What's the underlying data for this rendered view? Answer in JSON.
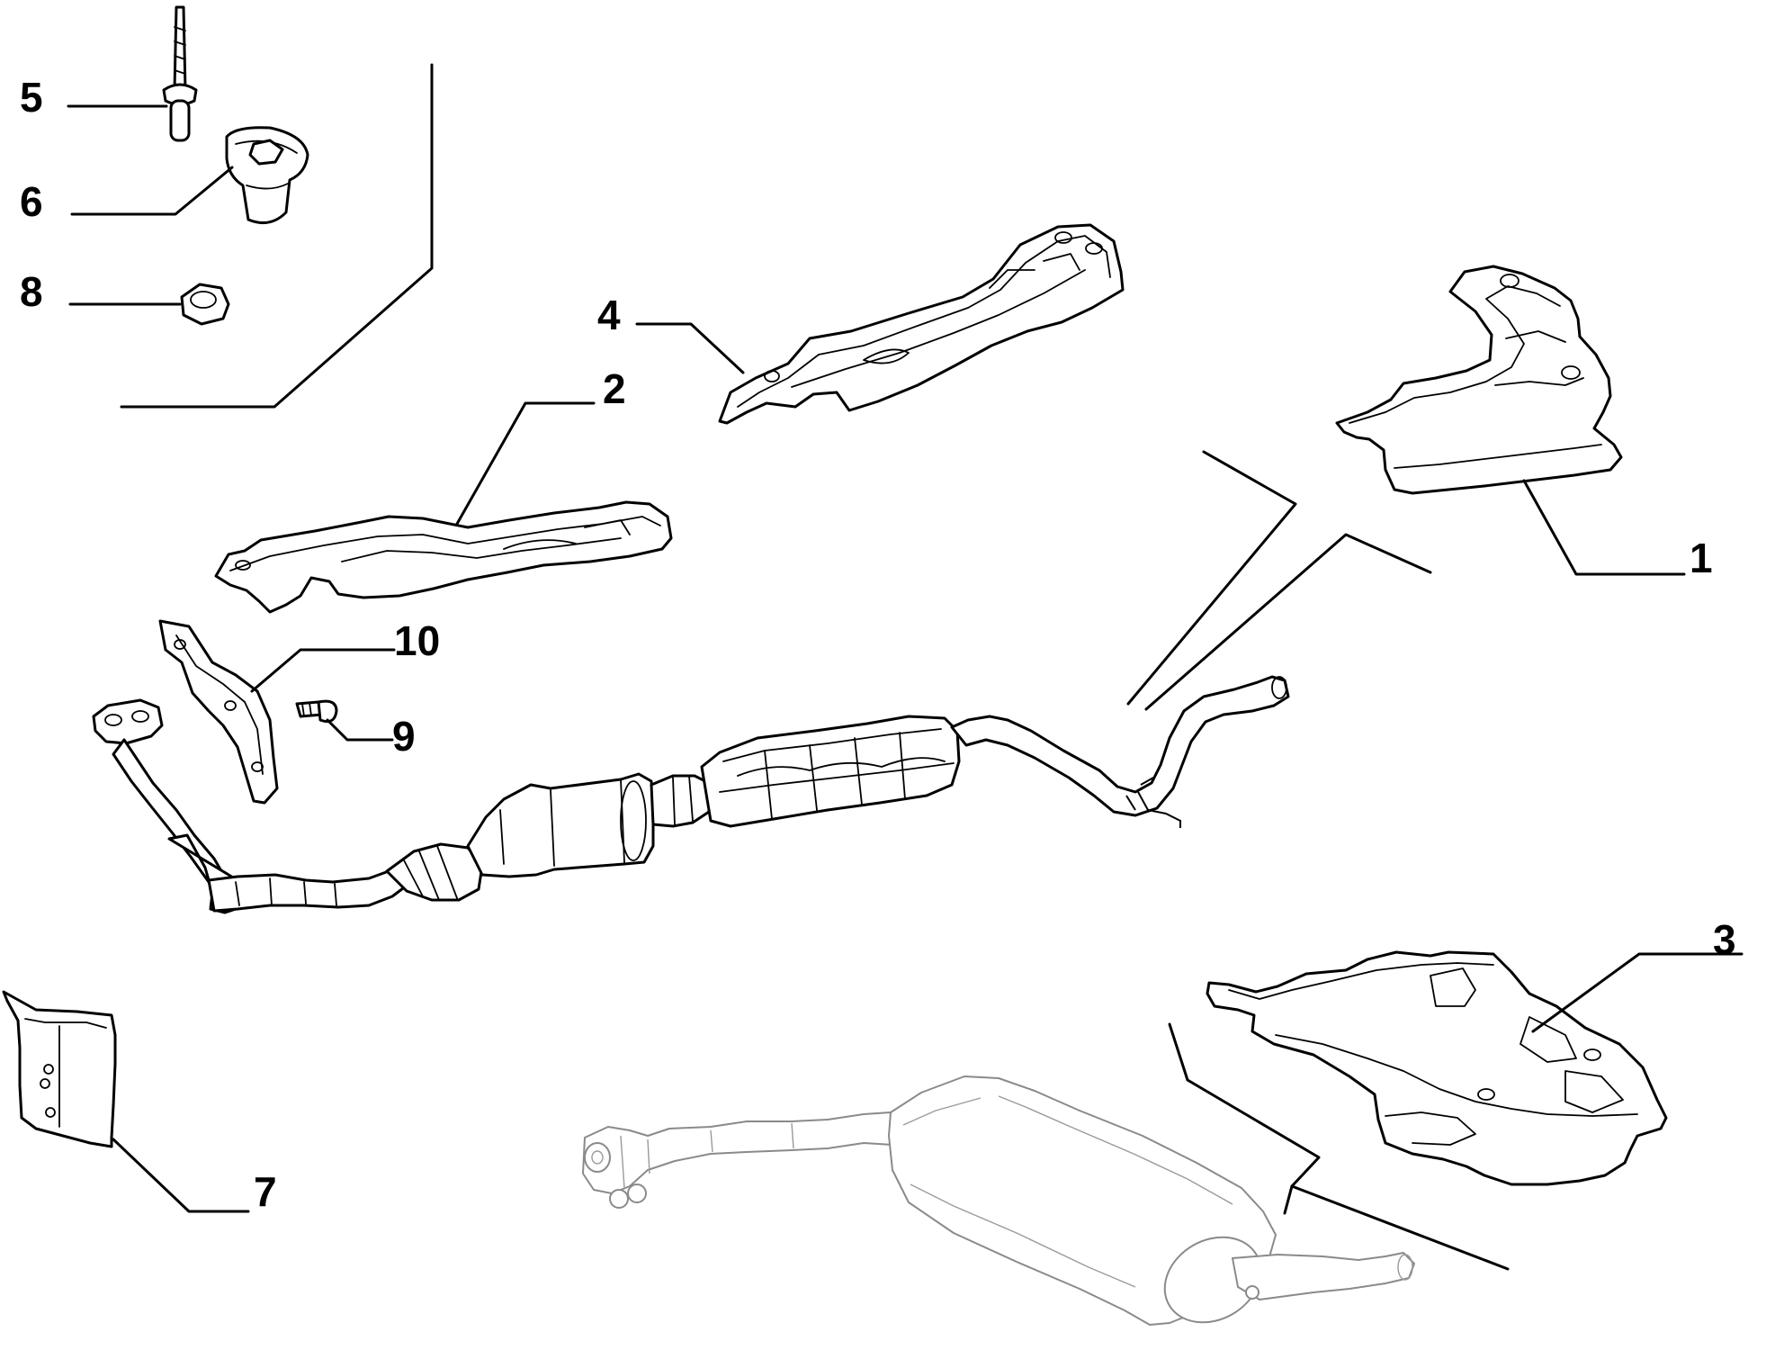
{
  "diagram": {
    "callouts": [
      "5",
      "6",
      "8",
      "4",
      "2",
      "10",
      "9",
      "1",
      "3",
      "7"
    ]
  },
  "colors": {
    "ink": "#000000",
    "ghost": "#8a8a8a",
    "background": "#ffffff"
  }
}
